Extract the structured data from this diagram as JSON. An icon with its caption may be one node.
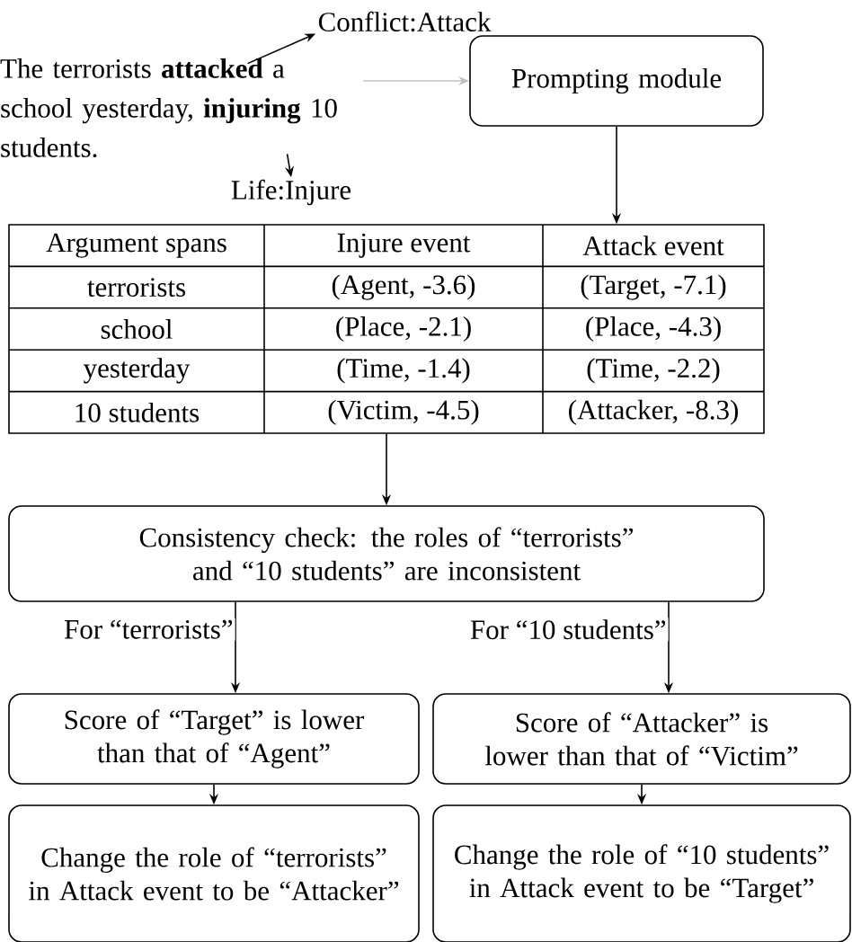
{
  "diagram": {
    "nodes": [
      {
        "text": [
          "The terrorists **attacked** a school yesterday, **injuring** 10 students."
        ]
      },
      {
        "text": [
          "Conflict:Attack"
        ]
      },
      {
        "text": [
          "Life:Injure"
        ]
      },
      {
        "text": [
          "Prompting module"
        ]
      },
      {
        "text": [
          "Argument spans",
          "Injure event",
          "Attack event",
          "terrorists",
          "(Agent, -3.6)",
          "(Target, -7.1)",
          "school",
          "(Place, -2.1)",
          "(Place, -4.3)",
          "yesterday",
          "(Time, -1.4)",
          "(Time, -2.2)",
          "10 students",
          "(Victim, -4.5)",
          "(Attacker, -8.3)"
        ]
      },
      {
        "text": [
          "Consistency check: the roles of “terrorists” and “10 students” are inconsistent"
        ]
      },
      {
        "text": [
          "Score of “Target” is lower than that of “Agent”"
        ]
      },
      {
        "text": [
          "Score of “Attacker” is lower than that of “Victim”"
        ]
      },
      {
        "text": [
          "Change the role of “terrorists” in Attack event to be “Attacker”"
        ]
      },
      {
        "text": [
          "Change the role of “10 students” in Attack event to be “Target”"
        ]
      }
    ],
    "edges": [
      {
        "from": 0,
        "to": 1,
        "arrow": "to"
      },
      {
        "from": 0,
        "to": 2,
        "arrow": "to"
      },
      {
        "from": 0,
        "to": 3,
        "arrow": "to",
        "color": "#c0c0c0"
      },
      {
        "from": 3,
        "to": 4,
        "arrow": "to"
      },
      {
        "from": 4,
        "to": 5,
        "arrow": "to"
      },
      {
        "from": 5,
        "to": 6,
        "arrow": "to",
        "label": "For “terrorists”"
      },
      {
        "from": 5,
        "to": 7,
        "arrow": "to",
        "label": "For “10 students”"
      },
      {
        "from": 6,
        "to": 8,
        "arrow": "to"
      },
      {
        "from": 7,
        "to": 9,
        "arrow": "to"
      }
    ]
  }
}
